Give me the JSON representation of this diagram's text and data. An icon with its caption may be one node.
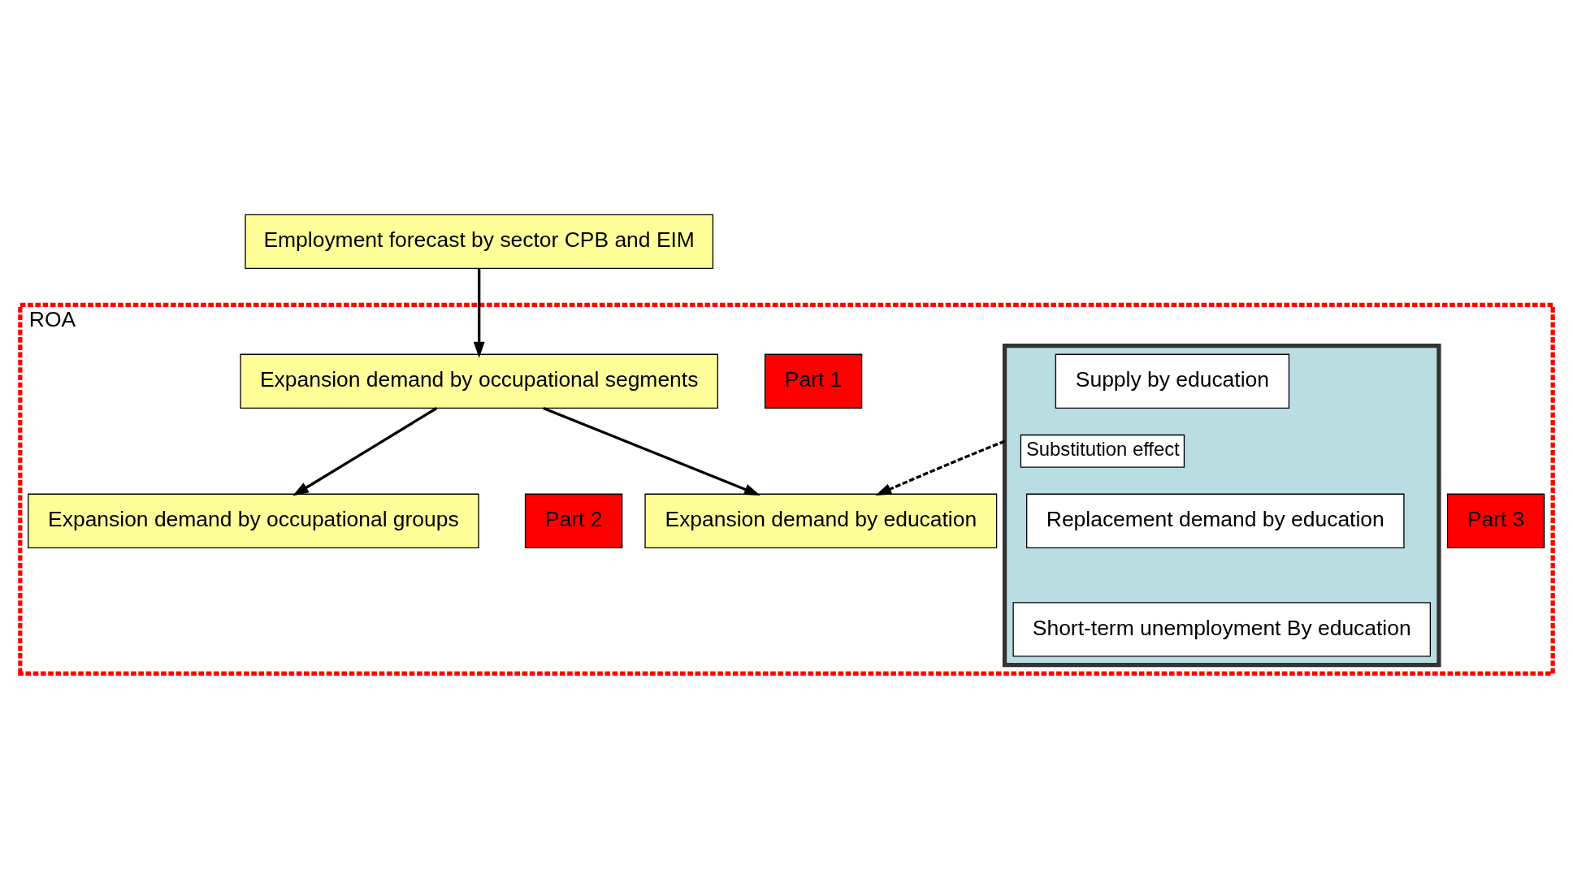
{
  "diagram": {
    "nodes": [
      {
        "text": [
          "Employment forecast by sector CPB and EIM"
        ]
      },
      {
        "text": [
          "ROA"
        ]
      },
      {
        "text": [
          "Expansion demand by occupational segments"
        ],
        "in": 1
      },
      {
        "text": [
          "Part 1"
        ],
        "in": 1
      },
      {
        "text": [
          "Expansion demand by occupational groups"
        ],
        "in": 1
      },
      {
        "text": [
          "Part 2"
        ],
        "in": 1
      },
      {
        "text": [
          "Expansion demand by education"
        ],
        "in": 1
      },
      {
        "text": [
          "Part 3"
        ],
        "in": 1
      },
      {
        "text": [],
        "shape": "box",
        "in": 1
      },
      {
        "text": [
          "Supply by education"
        ],
        "in": 8
      },
      {
        "text": [
          "Replacement demand by education"
        ],
        "in": 8
      },
      {
        "text": [
          "Short-term unemployment By education"
        ],
        "in": 8
      }
    ],
    "edges": [
      {
        "from": 0,
        "to": 2,
        "arrow": "to"
      },
      {
        "from": 2,
        "to": 4,
        "arrow": "to"
      },
      {
        "from": 2,
        "to": 6,
        "arrow": "to"
      },
      {
        "from": 8,
        "to": 6,
        "arrow": "to",
        "style": "dashed",
        "label": "Substitution effect"
      }
    ]
  }
}
